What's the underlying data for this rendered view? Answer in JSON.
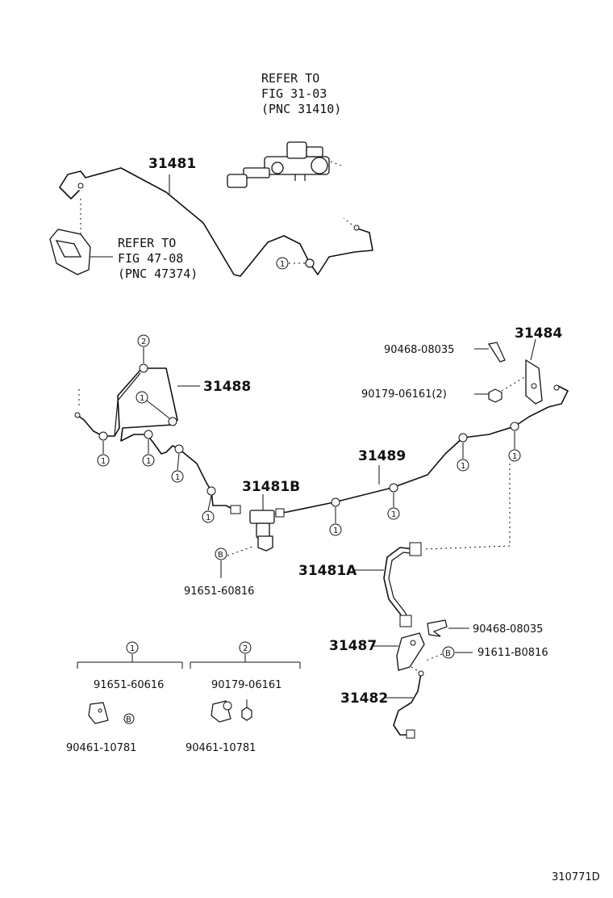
{
  "refer_master_cylinder": {
    "line1": "REFER TO",
    "line2": "FIG 31-03",
    "line3": "(PNC 31410)"
  },
  "refer_pedal": {
    "line1": "REFER TO",
    "line2": "FIG 47-08",
    "line3": "(PNC 47374)"
  },
  "parts": {
    "p31481": "31481",
    "p31488": "31488",
    "p31484": "31484",
    "p31489": "31489",
    "p31481B": "31481B",
    "p31481A": "31481A",
    "p31487": "31487",
    "p31482": "31482",
    "p90468_top": "90468-08035",
    "p90179_2": "90179-06161(2)",
    "p91651_60816": "91651-60816",
    "p90468_mid": "90468-08035",
    "p91611": "91611-B0816"
  },
  "legend": {
    "group1_mark": "1",
    "group2_mark": "2",
    "group1_part": "91651-60616",
    "group1_clip": "90461-10781",
    "group2_part": "90179-06161",
    "group2_clip": "90461-10781"
  },
  "marks": {
    "one": "1",
    "two": "2",
    "b": "B"
  },
  "figure_code": "310771D"
}
